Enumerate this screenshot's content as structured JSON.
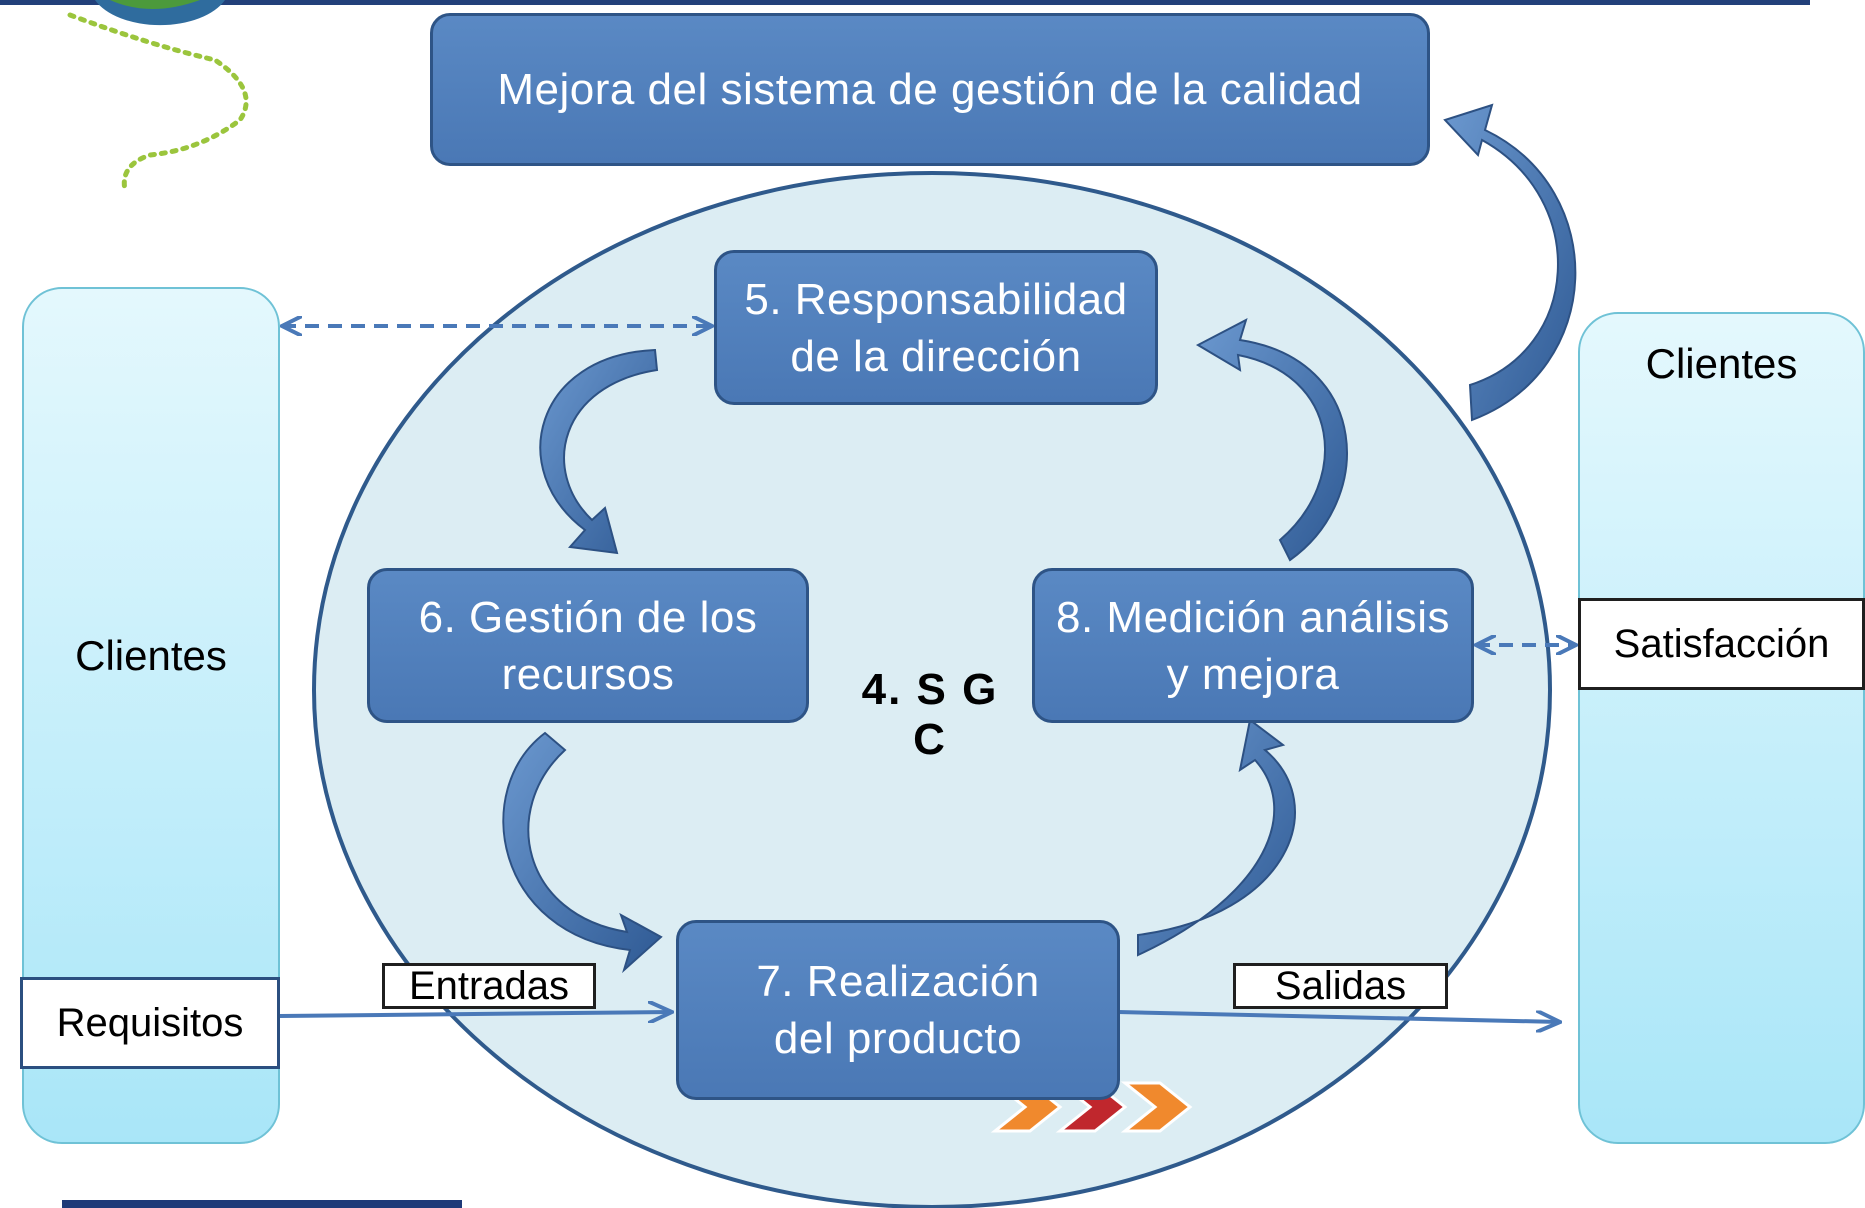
{
  "improvement": {
    "label": "Mejora del sistema de gestión de la calidad"
  },
  "center_label": "4. S G C",
  "processes": {
    "responsibility": {
      "line1": "5. Responsabilidad",
      "line2": "de la dirección"
    },
    "resources": {
      "line1": "6. Gestión de los",
      "line2": "recursos"
    },
    "realization": {
      "line1": "7. Realización",
      "line2": "del producto"
    },
    "measurement": {
      "line1": "8. Medición análisis",
      "line2": "y mejora"
    }
  },
  "left_client": {
    "label": "Clientes",
    "input_tag": "Requisitos"
  },
  "right_client": {
    "label": "Clientes",
    "output_tag": "Satisfacción"
  },
  "flow_labels": {
    "inputs": "Entradas",
    "outputs": "Salidas"
  },
  "colors": {
    "process_fill": "#4f7fbf",
    "process_border": "#2e5486",
    "circle_fill": "#dcedf3",
    "client_fill": "#bdeefb",
    "arrow_blue": "#3f6fb0"
  }
}
